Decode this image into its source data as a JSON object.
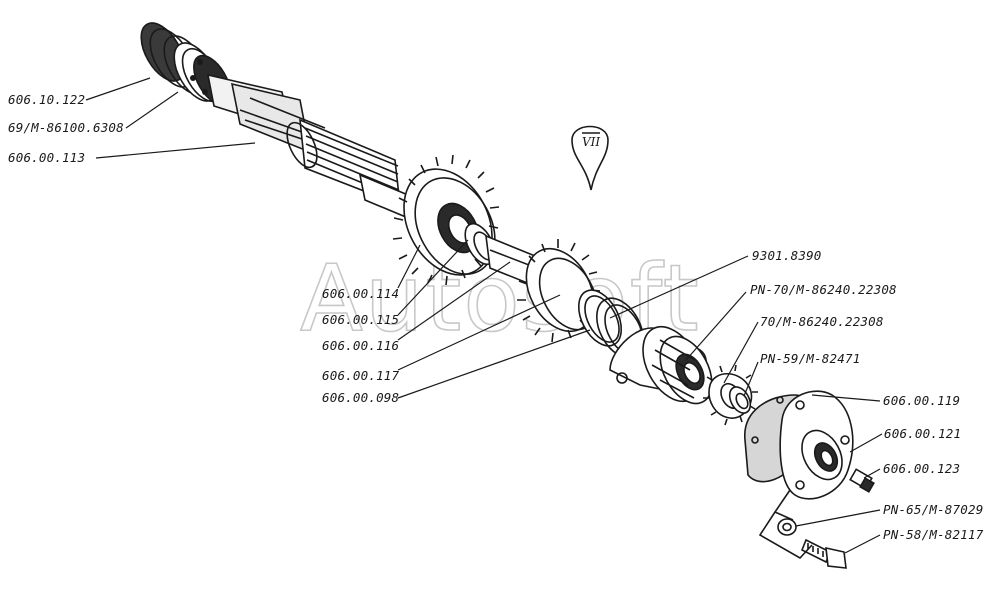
{
  "watermark": "Autosoft",
  "section_marker": "VII",
  "parts": [
    {
      "id": "p1",
      "label": "606.10.122"
    },
    {
      "id": "p2",
      "label": "69/M-86100.6308"
    },
    {
      "id": "p3",
      "label": "606.00.113"
    },
    {
      "id": "p4",
      "label": "606.00.114"
    },
    {
      "id": "p5",
      "label": "606.00.115"
    },
    {
      "id": "p6",
      "label": "606.00.116"
    },
    {
      "id": "p7",
      "label": "606.00.117"
    },
    {
      "id": "p8",
      "label": "606.00.098"
    },
    {
      "id": "p9",
      "label": "9301.8390"
    },
    {
      "id": "p10",
      "label": "PN-70/M-86240.22308"
    },
    {
      "id": "p11",
      "label": "70/M-86240.22308"
    },
    {
      "id": "p12",
      "label": "PN-59/M-82471"
    },
    {
      "id": "p13",
      "label": "606.00.119"
    },
    {
      "id": "p14",
      "label": "606.00.121"
    },
    {
      "id": "p15",
      "label": "606.00.123"
    },
    {
      "id": "p16",
      "label": "PN-65/M-87029"
    },
    {
      "id": "p17",
      "label": "PN-58/M-82117"
    }
  ]
}
